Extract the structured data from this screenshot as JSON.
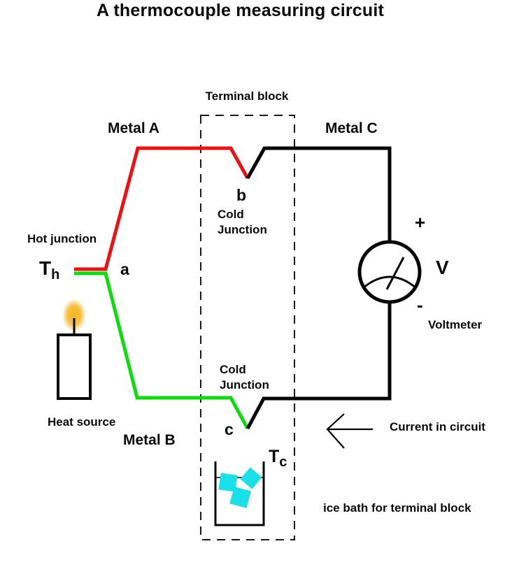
{
  "title": "A thermocouple measuring circuit",
  "labels": {
    "terminal_block": "Terminal block",
    "metal_a": "Metal A",
    "metal_b": "Metal B",
    "metal_c": "Metal C",
    "hot_junction": "Hot junction",
    "cold_junction_top": "Cold Junction",
    "cold_junction_bottom": "Cold Junction",
    "point_a": "a",
    "point_b": "b",
    "point_c": "c",
    "t_hot_symbol": "T",
    "t_hot_sub": "h",
    "t_cold_symbol": "T",
    "t_cold_sub": "c",
    "plus": "+",
    "minus": "-",
    "volt_symbol": "V",
    "voltmeter": "Voltmeter",
    "heat_source": "Heat source",
    "current_in_circuit": "Current in circuit",
    "ice_bath": "ice bath for terminal block"
  },
  "colors": {
    "metal_a_wire": "#ee1111",
    "metal_b_wire": "#0ddd0d",
    "metal_c_wire": "#050505",
    "ice_cube": "#18dfe8",
    "flame": "#f3b51b",
    "dashed_box": "#1a1a1a"
  }
}
